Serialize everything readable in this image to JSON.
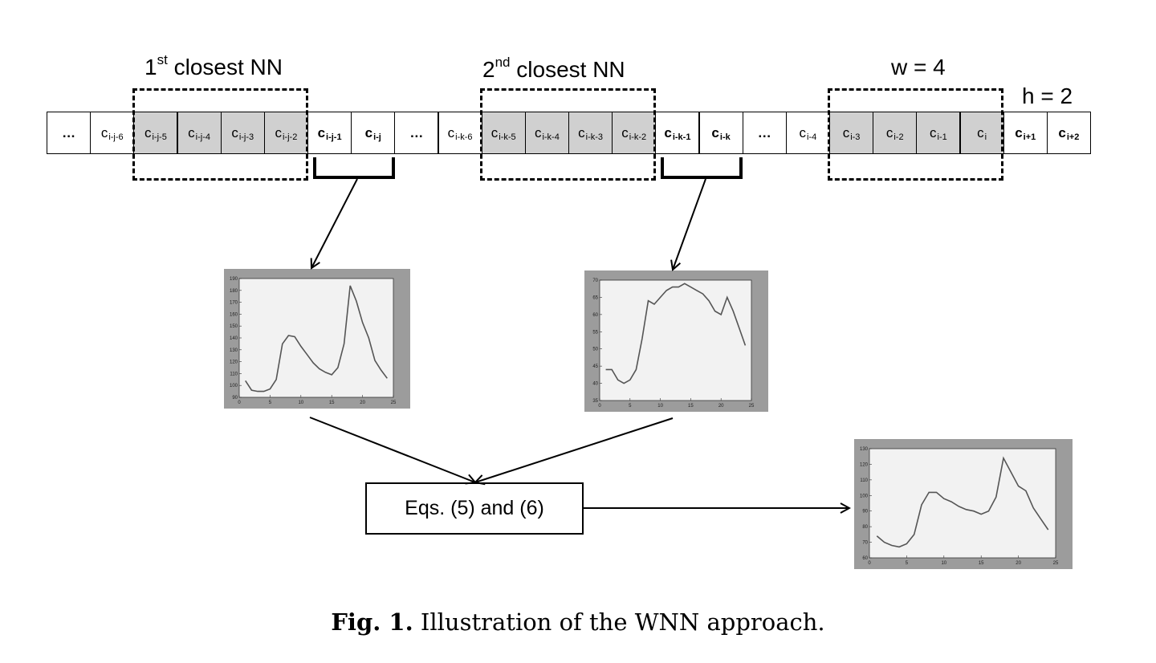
{
  "labels": {
    "nn1_prefix": "1",
    "nn1_sup": "st",
    "nn1_text": " closest NN",
    "nn2_prefix": "2",
    "nn2_sup": "nd",
    "nn2_text": " closest NN",
    "w": "w = 4",
    "h": "h = 2"
  },
  "cells": [
    {
      "main": "…",
      "sub": "",
      "gray": false,
      "bold": true
    },
    {
      "main": "c",
      "sub": "i-j-6",
      "gray": false,
      "bold": false
    },
    {
      "main": "c",
      "sub": "i-j-5",
      "gray": true,
      "bold": false
    },
    {
      "main": "c",
      "sub": "i-j-4",
      "gray": true,
      "bold": false
    },
    {
      "main": "c",
      "sub": "i-j-3",
      "gray": true,
      "bold": false
    },
    {
      "main": "c",
      "sub": "i-j-2",
      "gray": true,
      "bold": false
    },
    {
      "main": "c",
      "sub": "i-j-1",
      "gray": false,
      "bold": true
    },
    {
      "main": "c",
      "sub": "i-j",
      "gray": false,
      "bold": true
    },
    {
      "main": "…",
      "sub": "",
      "gray": false,
      "bold": true
    },
    {
      "main": "c",
      "sub": "i-k-6",
      "gray": false,
      "bold": false
    },
    {
      "main": "c",
      "sub": "i-k-5",
      "gray": true,
      "bold": false
    },
    {
      "main": "c",
      "sub": "i-k-4",
      "gray": true,
      "bold": false
    },
    {
      "main": "c",
      "sub": "i-k-3",
      "gray": true,
      "bold": false
    },
    {
      "main": "c",
      "sub": "i-k-2",
      "gray": true,
      "bold": false
    },
    {
      "main": "c",
      "sub": "i-k-1",
      "gray": false,
      "bold": true
    },
    {
      "main": "c",
      "sub": "i-k",
      "gray": false,
      "bold": true
    },
    {
      "main": "…",
      "sub": "",
      "gray": false,
      "bold": true
    },
    {
      "main": "c",
      "sub": "i-4",
      "gray": false,
      "bold": false
    },
    {
      "main": "c",
      "sub": "i-3",
      "gray": true,
      "bold": false
    },
    {
      "main": "c",
      "sub": "i-2",
      "gray": true,
      "bold": false
    },
    {
      "main": "c",
      "sub": "i-1",
      "gray": true,
      "bold": false
    },
    {
      "main": "c",
      "sub": "i",
      "gray": true,
      "bold": false
    },
    {
      "main": "c",
      "sub": "i+1",
      "gray": false,
      "bold": true
    },
    {
      "main": "c",
      "sub": "i+2",
      "gray": false,
      "bold": true
    }
  ],
  "equation_box": "Eqs. (5) and (6)",
  "plots": [
    {
      "x": [
        1,
        2,
        3,
        4,
        5,
        6,
        7,
        8,
        9,
        10,
        11,
        12,
        13,
        14,
        15,
        16,
        17,
        18,
        19,
        20,
        21,
        22,
        23,
        24
      ],
      "y": [
        104,
        96,
        95,
        95,
        97,
        105,
        135,
        142,
        141,
        133,
        126,
        119,
        114,
        111,
        109,
        115,
        135,
        184,
        171,
        153,
        140,
        121,
        113,
        106
      ],
      "xlim": [
        0,
        25
      ],
      "ylim": [
        90,
        190
      ],
      "xticks": [
        "0",
        "5",
        "10",
        "15",
        "20",
        "25"
      ],
      "yticks": [
        "90",
        "100",
        "110",
        "120",
        "130",
        "140",
        "150",
        "160",
        "170",
        "180",
        "190"
      ]
    },
    {
      "x": [
        1,
        2,
        3,
        4,
        5,
        6,
        7,
        8,
        9,
        10,
        11,
        12,
        13,
        14,
        15,
        16,
        17,
        18,
        19,
        20,
        21,
        22,
        23,
        24
      ],
      "y": [
        44,
        44,
        41,
        40,
        41,
        44,
        53,
        64,
        63,
        65,
        67,
        68,
        68,
        69,
        68,
        67,
        66,
        64,
        61,
        60,
        65,
        61,
        56,
        51
      ],
      "xlim": [
        0,
        25
      ],
      "ylim": [
        35,
        70
      ],
      "xticks": [
        "0",
        "5",
        "10",
        "15",
        "20",
        "25"
      ],
      "yticks": [
        "35",
        "40",
        "45",
        "50",
        "55",
        "60",
        "65",
        "70"
      ]
    },
    {
      "x": [
        1,
        2,
        3,
        4,
        5,
        6,
        7,
        8,
        9,
        10,
        11,
        12,
        13,
        14,
        15,
        16,
        17,
        18,
        19,
        20,
        21,
        22,
        23,
        24
      ],
      "y": [
        74,
        70,
        68,
        67,
        69,
        75,
        94,
        102,
        102,
        98,
        96,
        93,
        91,
        90,
        88,
        90,
        99,
        124,
        115,
        106,
        103,
        92,
        85,
        78
      ],
      "xlim": [
        0,
        25
      ],
      "ylim": [
        60,
        130
      ],
      "xticks": [
        "0",
        "5",
        "10",
        "15",
        "20",
        "25"
      ],
      "yticks": [
        "60",
        "70",
        "80",
        "90",
        "100",
        "110",
        "120",
        "130"
      ]
    }
  ],
  "caption": {
    "bold": "Fig. 1.",
    "text": " Illustration of the WNN approach."
  },
  "colors": {
    "gray_cell": "#d0d0d0",
    "plot_frame": "#9c9c9c",
    "plot_face": "#f2f2f2",
    "plot_line": "#555555"
  }
}
